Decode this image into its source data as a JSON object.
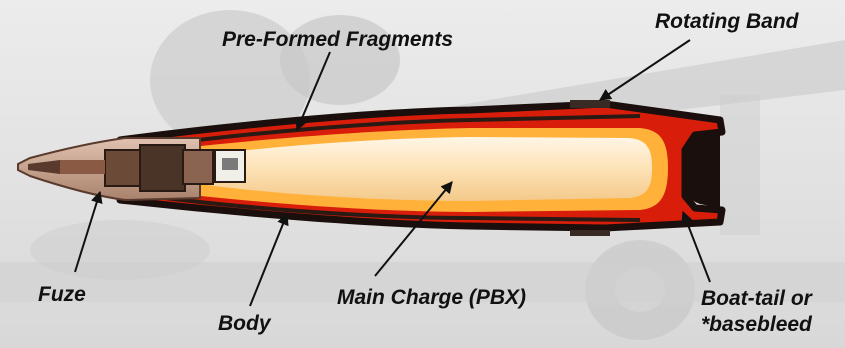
{
  "diagram": {
    "labels": {
      "fragments": "Pre-Formed Fragments",
      "band": "Rotating Band",
      "fuze": "Fuze",
      "body": "Body",
      "charge": "Main Charge (PBX)",
      "boattail_line1": "Boat-tail or",
      "boattail_line2": "*basebleed"
    }
  },
  "colors": {
    "shell_casing": "#d81e0b",
    "inner_liner": "#ffb13a",
    "main_charge": "#fde7c0",
    "fragment_layer": "#2a1a14",
    "nose_cone": "#c99e86",
    "label_text": "#111111",
    "background": "#e6e6e6"
  }
}
